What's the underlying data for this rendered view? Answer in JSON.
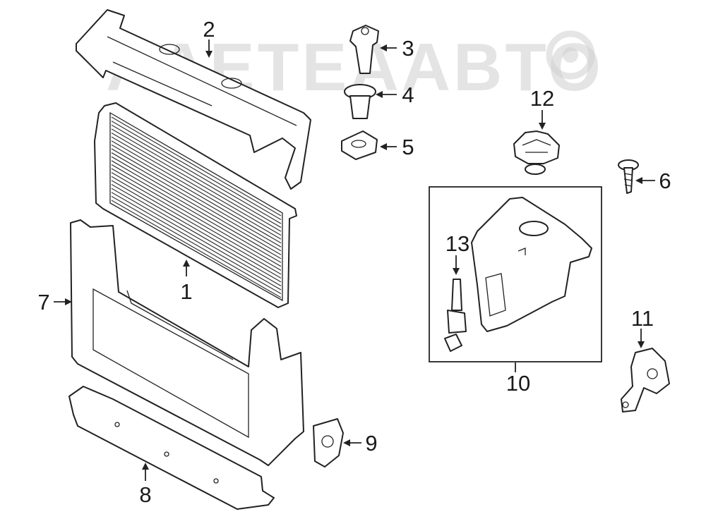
{
  "watermark": {
    "text": "AAETEAABTO"
  },
  "callouts": [
    {
      "id": "1",
      "label": "1"
    },
    {
      "id": "2",
      "label": "2"
    },
    {
      "id": "3",
      "label": "3"
    },
    {
      "id": "4",
      "label": "4"
    },
    {
      "id": "5",
      "label": "5"
    },
    {
      "id": "6",
      "label": "6"
    },
    {
      "id": "7",
      "label": "7"
    },
    {
      "id": "8",
      "label": "8"
    },
    {
      "id": "9",
      "label": "9"
    },
    {
      "id": "10",
      "label": "10"
    },
    {
      "id": "11",
      "label": "11"
    },
    {
      "id": "12",
      "label": "12"
    },
    {
      "id": "13",
      "label": "13"
    }
  ]
}
